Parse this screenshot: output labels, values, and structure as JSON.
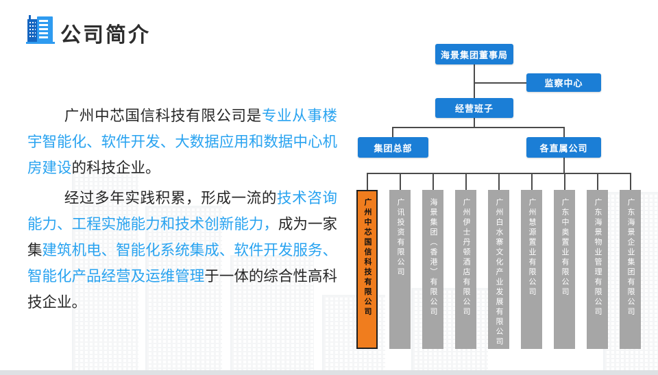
{
  "slide": {
    "title": "公司简介"
  },
  "icons": {
    "title_icon": "buildings-icon"
  },
  "intro": {
    "p1": {
      "s1": "广州中芯国信科技有限公司是",
      "s2": "专业从事楼宇智能化、软件开发、大数据应用和数据中心机房建设",
      "s3": "的科技企业。"
    },
    "p2": {
      "s1": "经过多年实践积累，形成一流的",
      "s2": "技术咨询能力、工程实施能力和技术创新能力，",
      "s3": "成为一家集",
      "s4": "建筑机电、智能化系统集成、软件开发服务、智能化产品经营及运维管理",
      "s5": "于一体的综合性高科技企业。"
    }
  },
  "org": {
    "board": "海景集团董事局",
    "supervision": "监察中心",
    "management": "经营班子",
    "headquarters": "集团总部",
    "subsidiaries": "各直属公司",
    "children": [
      {
        "name": "广州中芯国信科技有限公司",
        "highlight": true
      },
      {
        "name": "广讯投资有限公司",
        "highlight": false
      },
      {
        "name": "海景集团（香港）有限公司",
        "highlight": false
      },
      {
        "name": "广州伊士丹顿酒店有限公司",
        "highlight": false
      },
      {
        "name": "广州白水寨文化产业发展有限公司",
        "highlight": false
      },
      {
        "name": "广州慧源置业有限公司",
        "highlight": false
      },
      {
        "name": "广东中奥置业有限公司",
        "highlight": false
      },
      {
        "name": "广东海景物业管理有限公司",
        "highlight": false
      },
      {
        "name": "广东海景企业集团有限公司",
        "highlight": false
      }
    ]
  },
  "colors": {
    "accent_blue_text": "#29a3f0",
    "org_box_blue": "#1b7ed6",
    "child_box_gray": "#a6a6a6",
    "highlight_orange": "#f07d1e",
    "highlight_border": "#1f1f1f",
    "connector_gray": "#4a4a4a",
    "title_text": "#2d2d2d"
  }
}
